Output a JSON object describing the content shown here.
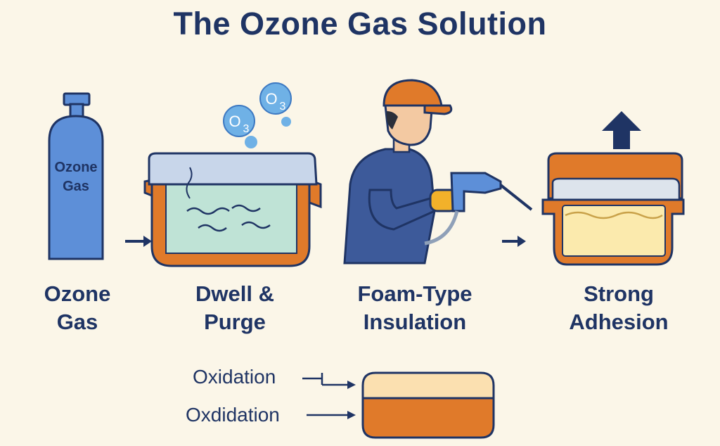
{
  "title": "The Ozone Gas Solution",
  "tank_label": [
    "Ozone",
    "Gas"
  ],
  "molecules": [
    {
      "symbol": "O",
      "subscript": "3"
    },
    {
      "symbol": "O",
      "subscript": "3"
    }
  ],
  "steps": [
    {
      "line1": "Ozone",
      "line2": "Gas"
    },
    {
      "line1": "Dwell &",
      "line2": "Purge"
    },
    {
      "line1": "Foam-Type",
      "line2": "Insulation"
    },
    {
      "line1": "Strong",
      "line2": "Adhesion"
    }
  ],
  "oxidation_labels": [
    "Oxidation",
    "Oxdidation"
  ],
  "colors": {
    "title": "#1f3464",
    "background": "#fbf6e8",
    "tank": "#5d8fd8",
    "container": "#e07a2a",
    "water": "#bfe3d6",
    "foam": "#fbeaad",
    "molecule": "#6fb1e6"
  }
}
